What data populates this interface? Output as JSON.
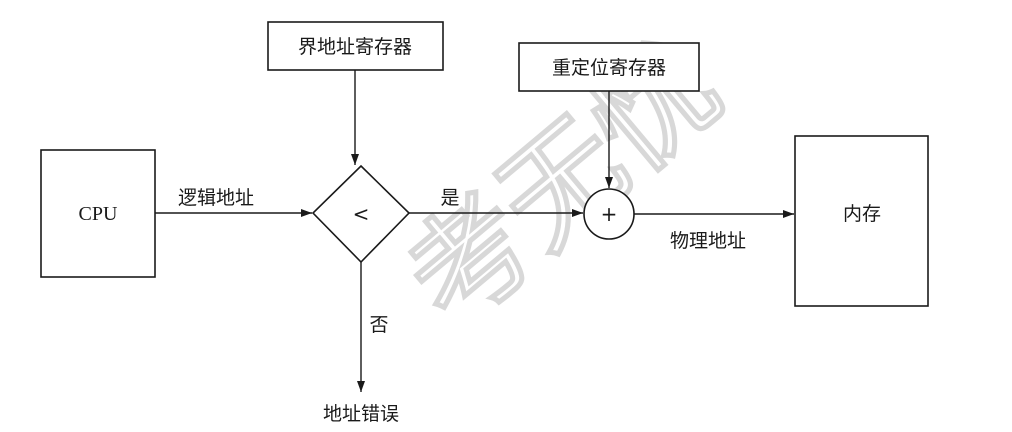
{
  "nodes": {
    "bound_register": "界地址寄存器",
    "relocation_register": "重定位寄存器",
    "cpu": "CPU",
    "compare": "<",
    "adder": "+",
    "memory": "内存"
  },
  "edges": {
    "logical_address": "逻辑地址",
    "yes": "是",
    "no": "否",
    "physical_address": "物理地址",
    "address_error": "地址错误"
  },
  "watermark": {
    "text": "考无忧"
  },
  "colors": {
    "stroke": "#1a1a1a",
    "watermark": "#d8d8d8"
  }
}
